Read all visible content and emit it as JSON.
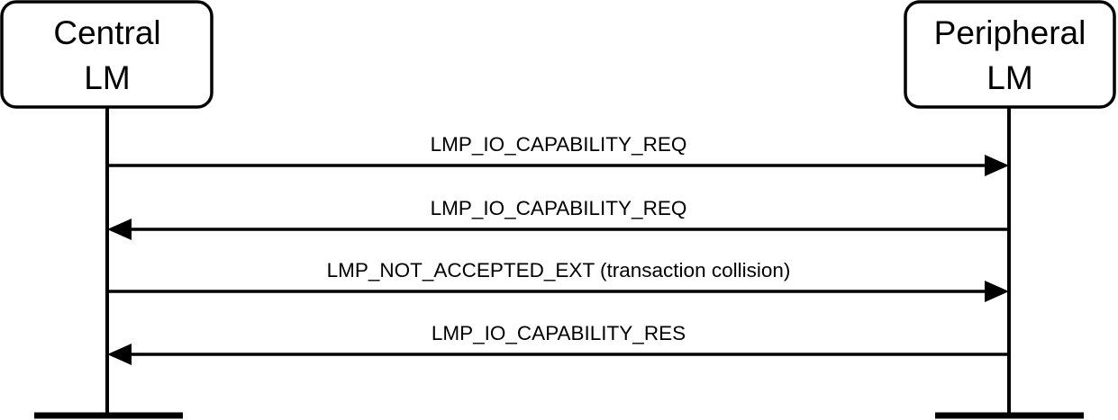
{
  "participants": [
    {
      "id": "central",
      "line1": "Central",
      "line2": "LM"
    },
    {
      "id": "peripheral",
      "line1": "Peripheral",
      "line2": "LM"
    }
  ],
  "messages": [
    {
      "label": "LMP_IO_CAPABILITY_REQ",
      "from": "central",
      "to": "peripheral"
    },
    {
      "label": "LMP_IO_CAPABILITY_REQ",
      "from": "peripheral",
      "to": "central"
    },
    {
      "label": "LMP_NOT_ACCEPTED_EXT (transaction collision)",
      "from": "central",
      "to": "peripheral"
    },
    {
      "label": "LMP_IO_CAPABILITY_RES",
      "from": "peripheral",
      "to": "central"
    }
  ]
}
